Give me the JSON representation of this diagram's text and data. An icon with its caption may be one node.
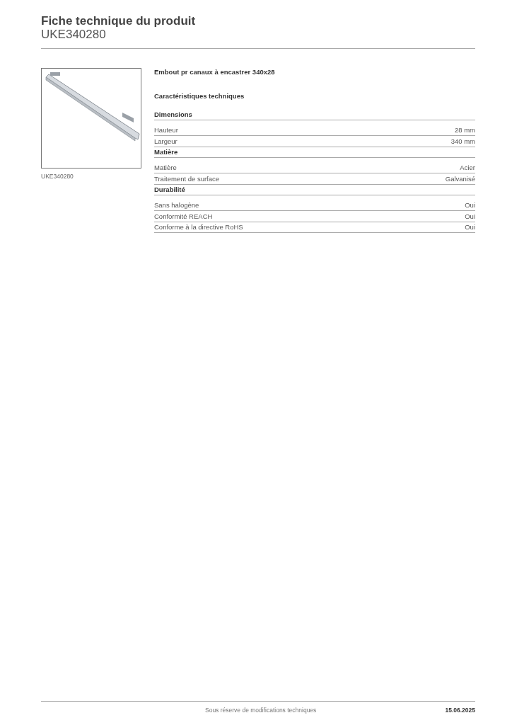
{
  "diagram": {
    "title": "Fiche technique du produit",
    "labels": [
      "UKE340280",
      "UKE340280",
      "Embout pr canaux à encastrer 340x28",
      "Caractéristiques techniques",
      "Dimensions",
      "Hauteur",
      "28 mm",
      "Largeur",
      "340 mm",
      "Matière",
      "Matière",
      "Acier",
      "Traitement de surface",
      "Galvanisé",
      "Durabilité",
      "Sans halogène",
      "Oui",
      "Conformité REACH",
      "Oui",
      "Conforme à la directive RoHS",
      "Oui",
      "Sous réserve de modifications techniques",
      "15.06.2025"
    ]
  }
}
